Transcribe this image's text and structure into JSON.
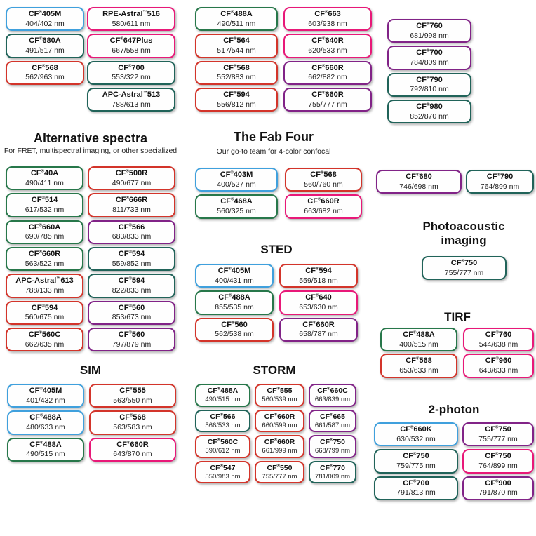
{
  "palette": {
    "blue": "#3fa0dd",
    "green": "#27774a",
    "teal": "#206359",
    "red": "#d3342a",
    "pink": "#e81878",
    "purple": "#812387"
  },
  "top": {
    "col1": [
      {
        "name": "CF®405M",
        "value": "404/402 nm",
        "color": "blue"
      },
      {
        "name": "CF®680A",
        "value": "491/517 nm",
        "color": "teal"
      },
      {
        "name": "CF®568",
        "value": "562/963 nm",
        "color": "red"
      }
    ],
    "col2": [
      {
        "name": "RPE-Astral™516",
        "value": "580/611 nm",
        "color": "pink"
      },
      {
        "name": "CF®647Plus",
        "value": "667/558 nm",
        "color": "pink"
      },
      {
        "name": "CF®700",
        "value": "553/322 nm",
        "color": "teal"
      },
      {
        "name": "APC-Astral™513",
        "value": "788/613 nm",
        "color": "teal"
      }
    ],
    "col3": [
      {
        "name": "CF®488A",
        "value": "490/511 nm",
        "color": "green"
      },
      {
        "name": "CF®564",
        "value": "517/544 nm",
        "color": "red"
      },
      {
        "name": "CF®568",
        "value": "552/883 nm",
        "color": "red"
      },
      {
        "name": "CF®594",
        "value": "556/812 nm",
        "color": "red"
      }
    ],
    "col4": [
      {
        "name": "CF®663",
        "value": "603/938 nm",
        "color": "pink"
      },
      {
        "name": "CF®640R",
        "value": "620/533 nm",
        "color": "pink"
      },
      {
        "name": "CF®660R",
        "value": "662/882 nm",
        "color": "purple"
      },
      {
        "name": "CF®660R",
        "value": "755/777 nm",
        "color": "purple"
      }
    ],
    "col5": [
      {
        "name": "CF®760",
        "value": "681/998 nm",
        "color": "purple"
      },
      {
        "name": "CF®700",
        "value": "784/809 nm",
        "color": "purple"
      },
      {
        "name": "CF®790",
        "value": "792/810 nm",
        "color": "teal"
      },
      {
        "name": "CF®980",
        "value": "852/870 nm",
        "color": "teal"
      }
    ]
  },
  "sections": {
    "alternative": {
      "title": "Alternative spectra",
      "subtitle": "For FRET, multispectral imaging, or other specialized",
      "col1": [
        {
          "name": "CF®40A",
          "value": "490/411 nm",
          "color": "green"
        },
        {
          "name": "CF®514",
          "value": "617/532 nm",
          "color": "green"
        },
        {
          "name": "CF®660A",
          "value": "690/785 nm",
          "color": "green"
        },
        {
          "name": "CF®660R",
          "value": "563/522 nm",
          "color": "green"
        },
        {
          "name": "APC-Astral™613",
          "value": "788/133 nm",
          "color": "red"
        },
        {
          "name": "CF®594",
          "value": "560/675 nm",
          "color": "red"
        },
        {
          "name": "CF®560C",
          "value": "662/635 nm",
          "color": "red"
        }
      ],
      "col2": [
        {
          "name": "CF®500R",
          "value": "490/677 nm",
          "color": "red"
        },
        {
          "name": "CF®666R",
          "value": "811/733 nm",
          "color": "red"
        },
        {
          "name": "CF®566",
          "value": "683/833 nm",
          "color": "purple"
        },
        {
          "name": "CF®594",
          "value": "559/852 nm",
          "color": "teal"
        },
        {
          "name": "CF®594",
          "value": "822/833 nm",
          "color": "teal"
        },
        {
          "name": "CF®560",
          "value": "853/673 nm",
          "color": "purple"
        },
        {
          "name": "CF®560",
          "value": "797/879 nm",
          "color": "purple"
        }
      ]
    },
    "fab_four": {
      "title": "The Fab Four",
      "subtitle": "Our go-to team for 4-color confocal",
      "pills": [
        {
          "name": "CF®403M",
          "value": "400/527 nm",
          "color": "blue"
        },
        {
          "name": "CF®568",
          "value": "560/760 nm",
          "color": "red"
        },
        {
          "name": "CF®468A",
          "value": "560/325 nm",
          "color": "green"
        },
        {
          "name": "CF®660R",
          "value": "663/682 nm",
          "color": "pink"
        }
      ]
    },
    "duo": {
      "pills": [
        {
          "name": "CF®680",
          "value": "746/698 nm",
          "color": "purple"
        },
        {
          "name": "CF®790",
          "value": "764/899 nm",
          "color": "teal"
        }
      ]
    },
    "sted": {
      "title": "STED",
      "pills": [
        {
          "name": "CF®405M",
          "value": "400/431 nm",
          "color": "blue"
        },
        {
          "name": "CF®594",
          "value": "559/518 nm",
          "color": "red"
        },
        {
          "name": "CF®488A",
          "value": "855/535 nm",
          "color": "green"
        },
        {
          "name": "CF®640",
          "value": "653/630 nm",
          "color": "pink"
        },
        {
          "name": "CF®560",
          "value": "562/538 nm",
          "color": "red"
        },
        {
          "name": "CF®660R",
          "value": "658/787 nm",
          "color": "purple"
        }
      ]
    },
    "photoacoustic": {
      "title": "Photoacoustic imaging",
      "pills": [
        {
          "name": "CF®750",
          "value": "755/777 nm",
          "color": "teal"
        }
      ]
    },
    "tirf": {
      "title": "TIRF",
      "pills": [
        {
          "name": "CF®488A",
          "value": "400/515 nm",
          "color": "green"
        },
        {
          "name": "CF®760",
          "value": "544/638 nm",
          "color": "pink"
        },
        {
          "name": "CF®568",
          "value": "653/633 nm",
          "color": "red"
        },
        {
          "name": "CF®960",
          "value": "643/633 nm",
          "color": "pink"
        }
      ]
    },
    "sim": {
      "title": "SIM",
      "pills": [
        {
          "name": "CF®405M",
          "value": "401/432 nm",
          "color": "blue"
        },
        {
          "name": "CF®555",
          "value": "563/550 nm",
          "color": "red"
        },
        {
          "name": "CF®488A",
          "value": "480/633 nm",
          "color": "blue"
        },
        {
          "name": "CF®568",
          "value": "563/583 nm",
          "color": "red"
        },
        {
          "name": "CF®488A",
          "value": "490/515 nm",
          "color": "green"
        },
        {
          "name": "CF®660R",
          "value": "643/870 nm",
          "color": "pink"
        }
      ]
    },
    "storm": {
      "title": "STORM",
      "pills": [
        {
          "name": "CF®488A",
          "value": "490/515 nm",
          "color": "green"
        },
        {
          "name": "CF®555",
          "value": "560/539 nm",
          "color": "red"
        },
        {
          "name": "CF®660C",
          "value": "663/839 nm",
          "color": "purple"
        },
        {
          "name": "CF®566",
          "value": "566/533 nm",
          "color": "teal"
        },
        {
          "name": "CF®660R",
          "value": "660/599 nm",
          "color": "red"
        },
        {
          "name": "CF®665",
          "value": "661/587 nm",
          "color": "purple"
        },
        {
          "name": "CF®560C",
          "value": "590/612 nm",
          "color": "red"
        },
        {
          "name": "CF®660R",
          "value": "661/999 nm",
          "color": "red"
        },
        {
          "name": "CF®750",
          "value": "668/799 nm",
          "color": "purple"
        },
        {
          "name": "CF®547",
          "value": "550/983 nm",
          "color": "red"
        },
        {
          "name": "CF®550",
          "value": "755/777 nm",
          "color": "red"
        },
        {
          "name": "CF®770",
          "value": "781/009 nm",
          "color": "teal"
        }
      ]
    },
    "two_photon": {
      "title": "2-photon",
      "pills": [
        {
          "name": "CF®660K",
          "value": "630/532 nm",
          "color": "blue"
        },
        {
          "name": "CF®750",
          "value": "755/777 nm",
          "color": "purple"
        },
        {
          "name": "CF®750",
          "value": "759/775 nm",
          "color": "teal"
        },
        {
          "name": "CF®750",
          "value": "764/899 nm",
          "color": "pink"
        },
        {
          "name": "CF®700",
          "value": "791/813 nm",
          "color": "teal"
        },
        {
          "name": "CF®900",
          "value": "791/870 nm",
          "color": "purple"
        }
      ]
    }
  }
}
